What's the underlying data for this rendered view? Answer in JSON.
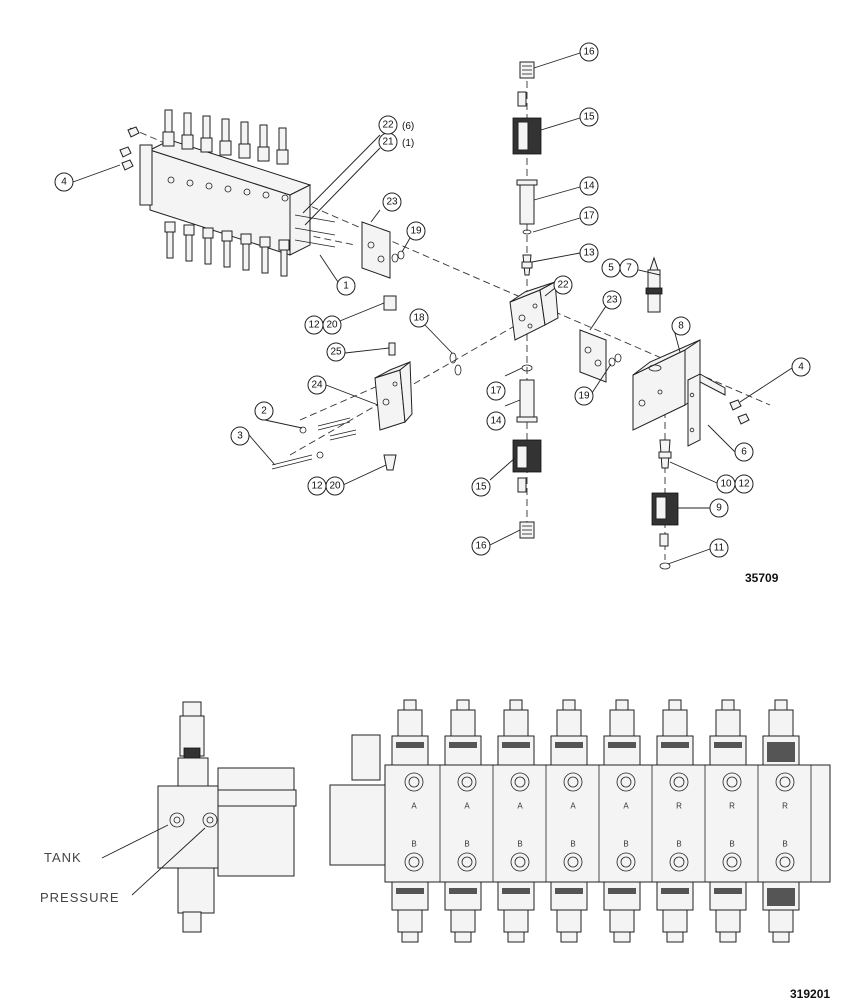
{
  "figures": {
    "exploded_number": "35709",
    "assembly_number": "319201"
  },
  "labels": {
    "tank": "TANK",
    "pressure": "PRESSURE"
  },
  "callouts": [
    {
      "id": "c1",
      "text": "1"
    },
    {
      "id": "c2",
      "text": "2"
    },
    {
      "id": "c3",
      "text": "3"
    },
    {
      "id": "c4a",
      "text": "4"
    },
    {
      "id": "c4b",
      "text": "4"
    },
    {
      "id": "c5",
      "text": "5"
    },
    {
      "id": "c7",
      "text": "7"
    },
    {
      "id": "c6",
      "text": "6"
    },
    {
      "id": "c8",
      "text": "8"
    },
    {
      "id": "c9",
      "text": "9"
    },
    {
      "id": "c10",
      "text": "10"
    },
    {
      "id": "c12c",
      "text": "12"
    },
    {
      "id": "c11",
      "text": "11"
    },
    {
      "id": "c12a",
      "text": "12"
    },
    {
      "id": "c20a",
      "text": "20"
    },
    {
      "id": "c12b",
      "text": "12"
    },
    {
      "id": "c20b",
      "text": "20"
    },
    {
      "id": "c13",
      "text": "13"
    },
    {
      "id": "c14a",
      "text": "14"
    },
    {
      "id": "c14b",
      "text": "14"
    },
    {
      "id": "c15a",
      "text": "15"
    },
    {
      "id": "c15b",
      "text": "15"
    },
    {
      "id": "c16a",
      "text": "16"
    },
    {
      "id": "c16b",
      "text": "16"
    },
    {
      "id": "c17a",
      "text": "17"
    },
    {
      "id": "c17b",
      "text": "17"
    },
    {
      "id": "c18",
      "text": "18"
    },
    {
      "id": "c19a",
      "text": "19"
    },
    {
      "id": "c19b",
      "text": "19"
    },
    {
      "id": "c21",
      "text": "21"
    },
    {
      "id": "c21q",
      "text": "(1)"
    },
    {
      "id": "c22a",
      "text": "22"
    },
    {
      "id": "c22q",
      "text": "(6)"
    },
    {
      "id": "c22b",
      "text": "22"
    },
    {
      "id": "c23a",
      "text": "23"
    },
    {
      "id": "c23b",
      "text": "23"
    },
    {
      "id": "c24",
      "text": "24"
    },
    {
      "id": "c25",
      "text": "25"
    }
  ],
  "port_letters": {
    "a": "A",
    "b": "B",
    "r": "R"
  }
}
